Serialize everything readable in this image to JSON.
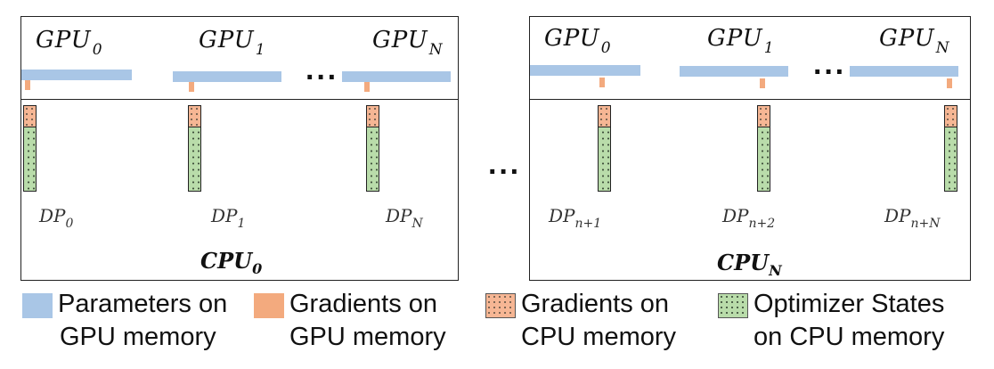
{
  "colors": {
    "parameters_gpu": "#a9c6e6",
    "gradients_gpu": "#f3aa7e",
    "gradients_cpu": "#f6b694",
    "optimizer_cpu": "#b9dcaa",
    "border": "#222222"
  },
  "nodes": [
    {
      "gpus": [
        {
          "name": "GPU",
          "sub": "0"
        },
        {
          "name": "GPU",
          "sub": "1"
        },
        {
          "name": "GPU",
          "sub": "N"
        }
      ],
      "ellipsis": "···",
      "partitions": [
        {
          "name": "DP",
          "sub": "0"
        },
        {
          "name": "DP",
          "sub": "1"
        },
        {
          "name": "DP",
          "sub": "N"
        }
      ],
      "cpu": {
        "name": "CPU",
        "sub": "0"
      }
    },
    {
      "gpus": [
        {
          "name": "GPU",
          "sub": "0"
        },
        {
          "name": "GPU",
          "sub": "1"
        },
        {
          "name": "GPU",
          "sub": "N"
        }
      ],
      "ellipsis": "···",
      "partitions": [
        {
          "name": "DP",
          "sub": "n+1"
        },
        {
          "name": "DP",
          "sub": "n+2"
        },
        {
          "name": "DP",
          "sub": "n+N"
        }
      ],
      "cpu": {
        "name": "CPU",
        "sub": "N"
      }
    }
  ],
  "between_nodes_ellipsis": "···",
  "legend": [
    {
      "line1": "Parameters on",
      "line2": "GPU memory",
      "swatch": "parameters_gpu"
    },
    {
      "line1": "Gradients on",
      "line2": "GPU memory",
      "swatch": "gradients_gpu"
    },
    {
      "line1": "Gradients on",
      "line2": "CPU memory",
      "swatch": "gradients_cpu"
    },
    {
      "line1": "Optimizer States",
      "line2": "on CPU memory",
      "swatch": "optimizer_cpu"
    }
  ]
}
